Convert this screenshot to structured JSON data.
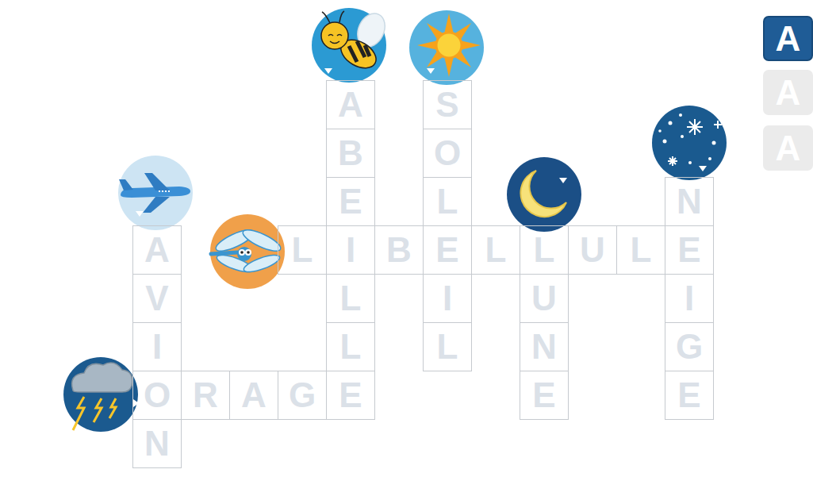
{
  "diagram": {
    "nodes": [
      {
        "text": [
          "A"
        ]
      },
      {
        "text": [
          "S"
        ]
      },
      {
        "text": [
          "B"
        ]
      },
      {
        "text": [
          "O"
        ]
      },
      {
        "text": [
          "E"
        ]
      },
      {
        "text": [
          "L"
        ]
      },
      {
        "text": [
          "N"
        ]
      },
      {
        "text": [
          "A"
        ]
      },
      {
        "text": [
          "L"
        ]
      },
      {
        "text": [
          "I"
        ]
      },
      {
        "text": [
          "B"
        ]
      },
      {
        "text": [
          "E"
        ]
      },
      {
        "text": [
          "L"
        ]
      },
      {
        "text": [
          "L"
        ]
      },
      {
        "text": [
          "U"
        ]
      },
      {
        "text": [
          "L"
        ]
      },
      {
        "text": [
          "E"
        ]
      },
      {
        "text": [
          "V"
        ]
      },
      {
        "text": [
          "L"
        ]
      },
      {
        "text": [
          "I"
        ]
      },
      {
        "text": [
          "U"
        ]
      },
      {
        "text": [
          "I"
        ]
      },
      {
        "text": [
          "I"
        ]
      },
      {
        "text": [
          "L"
        ]
      },
      {
        "text": [
          "L"
        ]
      },
      {
        "text": [
          "N"
        ]
      },
      {
        "text": [
          "G"
        ]
      },
      {
        "text": [
          "O"
        ]
      },
      {
        "text": [
          "R"
        ]
      },
      {
        "text": [
          "A"
        ]
      },
      {
        "text": [
          "G"
        ]
      },
      {
        "text": [
          "E"
        ]
      },
      {
        "text": [
          "E"
        ]
      },
      {
        "text": [
          "E"
        ]
      },
      {
        "text": [
          "N"
        ]
      },
      {
        "text": [
          "A"
        ]
      },
      {
        "text": [
          "A"
        ]
      },
      {
        "text": [
          "A"
        ]
      }
    ]
  }
}
